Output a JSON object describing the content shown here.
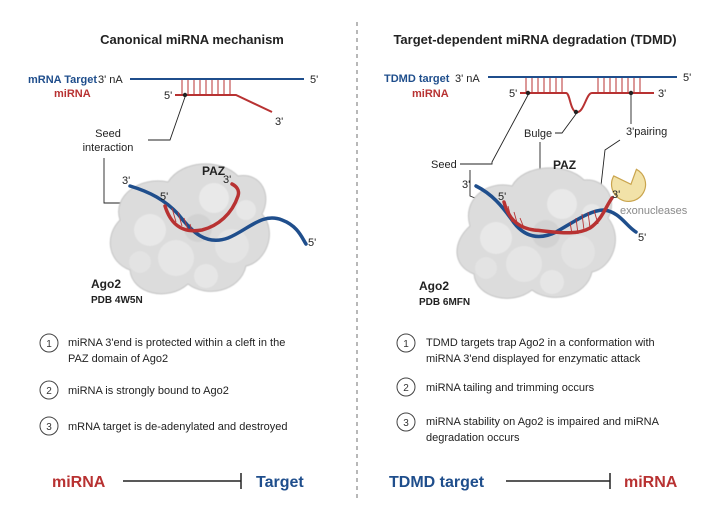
{
  "colors": {
    "mrna": "#1f4e8c",
    "mirna": "#b83232",
    "protein": "#d9d9d9",
    "exonuclease": "#e3c86a"
  },
  "left": {
    "title": "Canonical miRNA mechanism",
    "mrna_label": "mRNA Target",
    "mirna_label": "miRNA",
    "end_3_na": "3' nA",
    "end_5": "5'",
    "end_3": "3'",
    "seed_line1": "Seed",
    "seed_line2": "interaction",
    "paz": "PAZ",
    "ago2": "Ago2",
    "pdb": "PDB 4W5N",
    "steps": [
      {
        "num": "1",
        "line1": "miRNA 3'end is protected within a cleft in the",
        "line2": "PAZ domain of Ago2"
      },
      {
        "num": "2",
        "line1": "miRNA is strongly bound to Ago2",
        "line2": ""
      },
      {
        "num": "3",
        "line1": "mRNA target is de-adenylated and destroyed",
        "line2": ""
      }
    ],
    "bottom_left": "miRNA",
    "bottom_right": "Target"
  },
  "right": {
    "title": "Target-dependent miRNA degradation (TDMD)",
    "tdmd_label": "TDMD target",
    "mirna_label": "miRNA",
    "end_3_na": "3' nA",
    "end_5": "5'",
    "end_3": "3'",
    "bulge": "Bulge",
    "pairing": "3'pairing",
    "seed": "Seed",
    "paz": "PAZ",
    "exonucleases": "exonucleases",
    "ago2": "Ago2",
    "pdb": "PDB 6MFN",
    "steps": [
      {
        "num": "1",
        "line1": "TDMD targets trap Ago2 in a conformation with",
        "line2": "miRNA 3'end displayed for enzymatic attack"
      },
      {
        "num": "2",
        "line1": "miRNA tailing and trimming occurs",
        "line2": ""
      },
      {
        "num": "3",
        "line1": "miRNA stability on Ago2 is impaired and miRNA",
        "line2": "degradation occurs"
      }
    ],
    "bottom_left": "TDMD target",
    "bottom_right": "miRNA"
  }
}
